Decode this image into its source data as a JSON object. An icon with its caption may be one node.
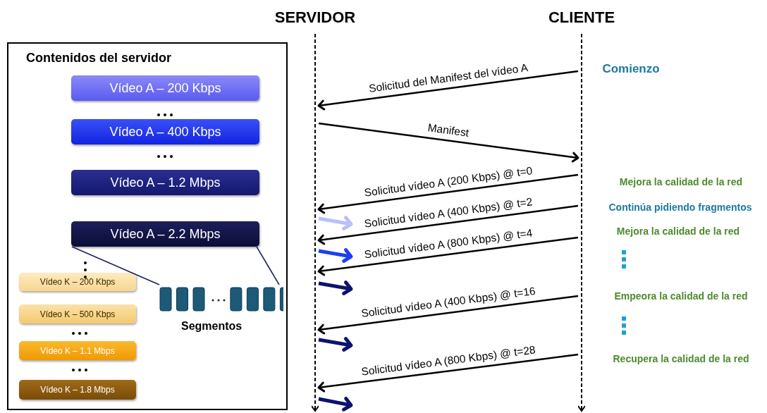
{
  "diagram": {
    "nodes": [
      {
        "text": [
          "Contenidos del servidor"
        ]
      },
      {
        "text": [
          "Vídeo A – 200 Kbps"
        ],
        "in": 0
      },
      {
        "text": [
          "Vídeo A – 400 Kbps"
        ],
        "in": 0
      },
      {
        "text": [
          "Vídeo A – 1.2 Mbps"
        ],
        "in": 0
      },
      {
        "text": [
          "Vídeo A – 2.2 Mbps"
        ],
        "in": 0
      },
      {
        "text": [
          "Vídeo K – 200 Kbps"
        ],
        "in": 0
      },
      {
        "text": [
          "Vídeo K – 500 Kbps"
        ],
        "in": 0
      },
      {
        "text": [
          "Vídeo K – 1.1 Mbps"
        ],
        "in": 0
      },
      {
        "text": [
          "Vídeo K – 1.8 Mbps"
        ],
        "in": 0
      },
      {
        "text": [
          "Segmentos"
        ],
        "in": 0
      },
      {
        "text": [],
        "shape": "line",
        "beside": [
          "SERVIDOR"
        ]
      },
      {
        "text": [],
        "shape": "line",
        "beside": [
          "CLIENTE"
        ]
      }
    ],
    "edges": [
      {
        "from": 11,
        "to": 10,
        "arrow": "to",
        "label": "Solicitud del Manifest del vídeo A"
      },
      {
        "from": 10,
        "to": 11,
        "arrow": "to",
        "label": "Manifest"
      },
      {
        "from": 11,
        "to": 10,
        "arrow": "to",
        "label": "Solicitud vídeo A (200 Kbps) @ t=0"
      },
      {
        "from": 11,
        "to": 10,
        "arrow": "to",
        "label": "Solicitud vídeo A (400 Kbps) @ t=2"
      },
      {
        "from": 11,
        "to": 10,
        "arrow": "to",
        "label": "Solicitud vídeo A (800 Kbps) @ t=4"
      },
      {
        "from": 11,
        "to": 10,
        "arrow": "to",
        "label": "Solicitud vídeo A (400 Kbps) @ t=16"
      },
      {
        "from": 11,
        "to": 10,
        "arrow": "to",
        "label": "Solicitud vídeo A (800 Kbps) @ t=28"
      },
      {
        "from": 10,
        "to": null,
        "arrow": "to",
        "style": "thick",
        "color": "#b8c0f8"
      },
      {
        "from": 10,
        "to": null,
        "arrow": "to",
        "style": "thick",
        "color": "#1d3ff2"
      },
      {
        "from": 10,
        "to": null,
        "arrow": "to",
        "style": "thick",
        "color": "#0a136e"
      },
      {
        "from": 10,
        "to": null,
        "arrow": "to",
        "style": "thick",
        "color": "#0a136e"
      },
      {
        "from": 10,
        "to": null,
        "arrow": "to",
        "style": "thick",
        "color": "#0a136e"
      },
      {
        "from": 4,
        "to": 9,
        "arrow": "none",
        "color": "#1a1e60"
      },
      {
        "from": 4,
        "to": 9,
        "arrow": "none",
        "color": "#1a1e60"
      }
    ],
    "labels": [
      "Comienzo",
      "Mejora la calidad de la red",
      "Continúa pidiendo fragmentos",
      "Mejora la calidad de la red",
      "Empeora la calidad de la red",
      "Recupera la calidad de la red"
    ]
  }
}
